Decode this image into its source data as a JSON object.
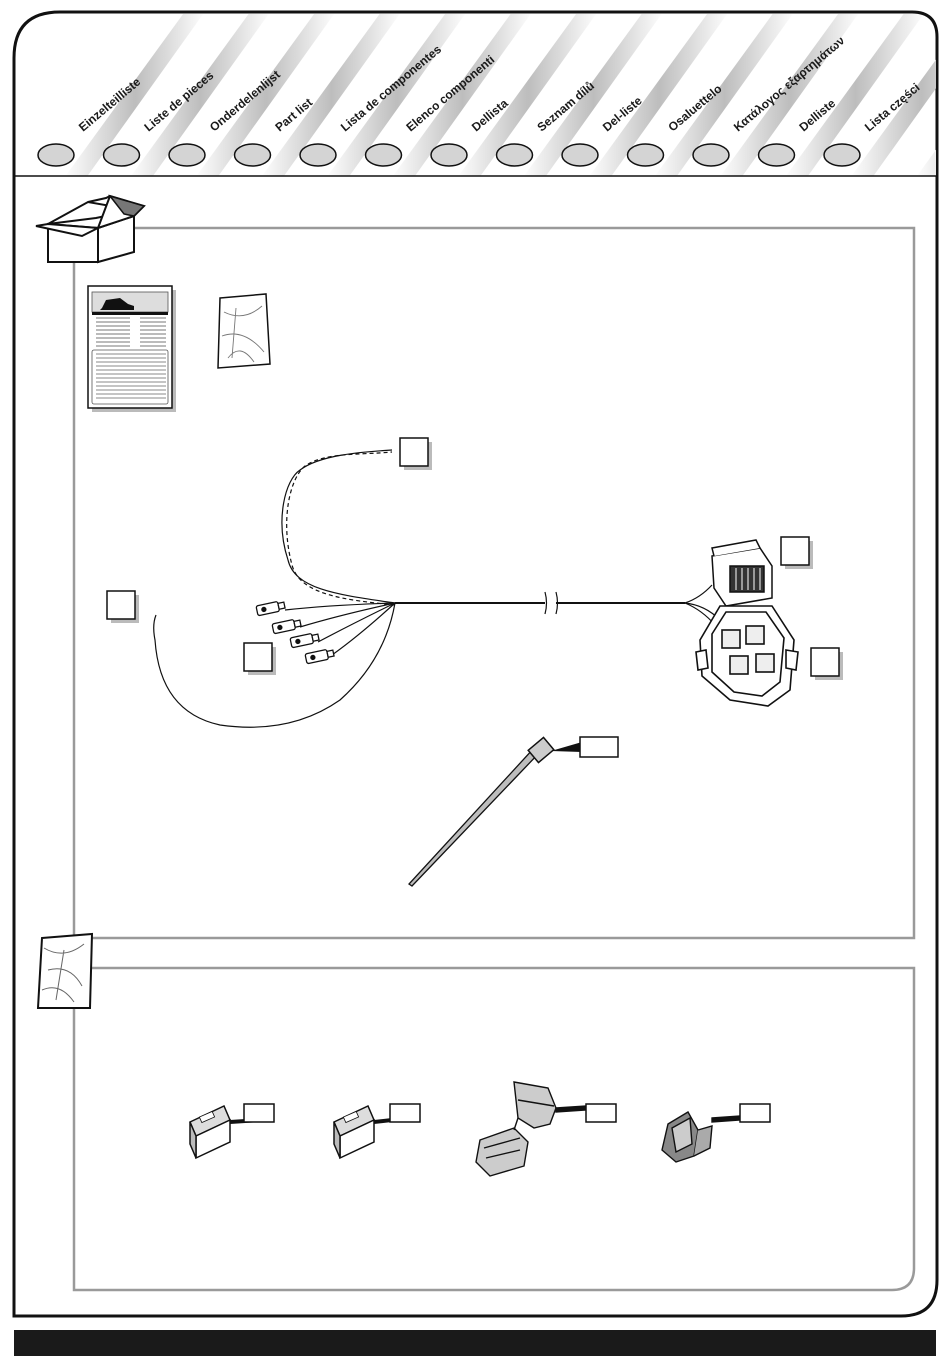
{
  "header": {
    "languages": [
      "Einzelteilliste",
      "Liste de pieces",
      "Onderdelenlijst",
      "Part list",
      "Lista de componentes",
      "Elenco componenti",
      "Dellista",
      "Seznam dílů",
      "Del-liste",
      "Osaluettelo",
      "Κατάλογος εξαρτημάτων",
      "Delliste",
      "Lista części"
    ]
  },
  "sections": {
    "box_contents": {
      "icon": "box-icon"
    },
    "small_parts_bag": {
      "icon": "bag-icon"
    }
  },
  "colors": {
    "frame": "#111111",
    "panel_border": "#9a9a9a",
    "footer_bar": "#1a1a1a"
  }
}
